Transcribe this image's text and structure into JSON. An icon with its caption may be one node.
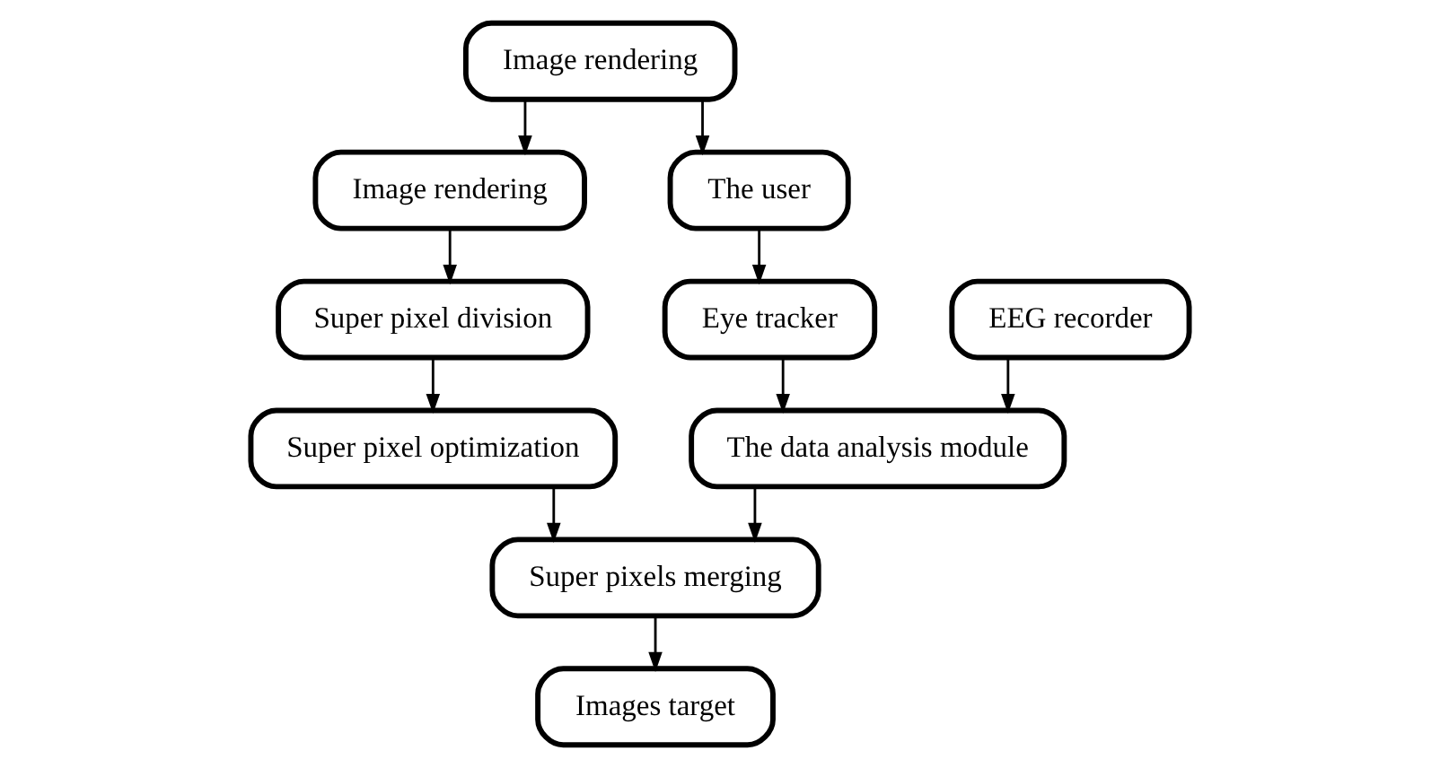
{
  "diagram": {
    "nodes": [
      {
        "text": [
          "Image rendering"
        ]
      },
      {
        "text": [
          "Image rendering"
        ]
      },
      {
        "text": [
          "The user"
        ]
      },
      {
        "text": [
          "Super pixel division"
        ]
      },
      {
        "text": [
          "Eye tracker"
        ]
      },
      {
        "text": [
          "EEG recorder"
        ]
      },
      {
        "text": [
          "Super pixel optimization"
        ]
      },
      {
        "text": [
          "The data analysis module"
        ]
      },
      {
        "text": [
          "Super pixels merging"
        ]
      },
      {
        "text": [
          "Images target"
        ]
      }
    ],
    "edges": [
      {
        "from": 0,
        "to": 1,
        "arrow": "to"
      },
      {
        "from": 0,
        "to": 2,
        "arrow": "to"
      },
      {
        "from": 1,
        "to": 3,
        "arrow": "to"
      },
      {
        "from": 2,
        "to": 4,
        "arrow": "to"
      },
      {
        "from": 3,
        "to": 6,
        "arrow": "to"
      },
      {
        "from": 4,
        "to": 7,
        "arrow": "to"
      },
      {
        "from": 5,
        "to": 7,
        "arrow": "to"
      },
      {
        "from": 6,
        "to": 8,
        "arrow": "to"
      },
      {
        "from": 7,
        "to": 8,
        "arrow": "to"
      },
      {
        "from": 8,
        "to": 9,
        "arrow": "to"
      }
    ]
  }
}
